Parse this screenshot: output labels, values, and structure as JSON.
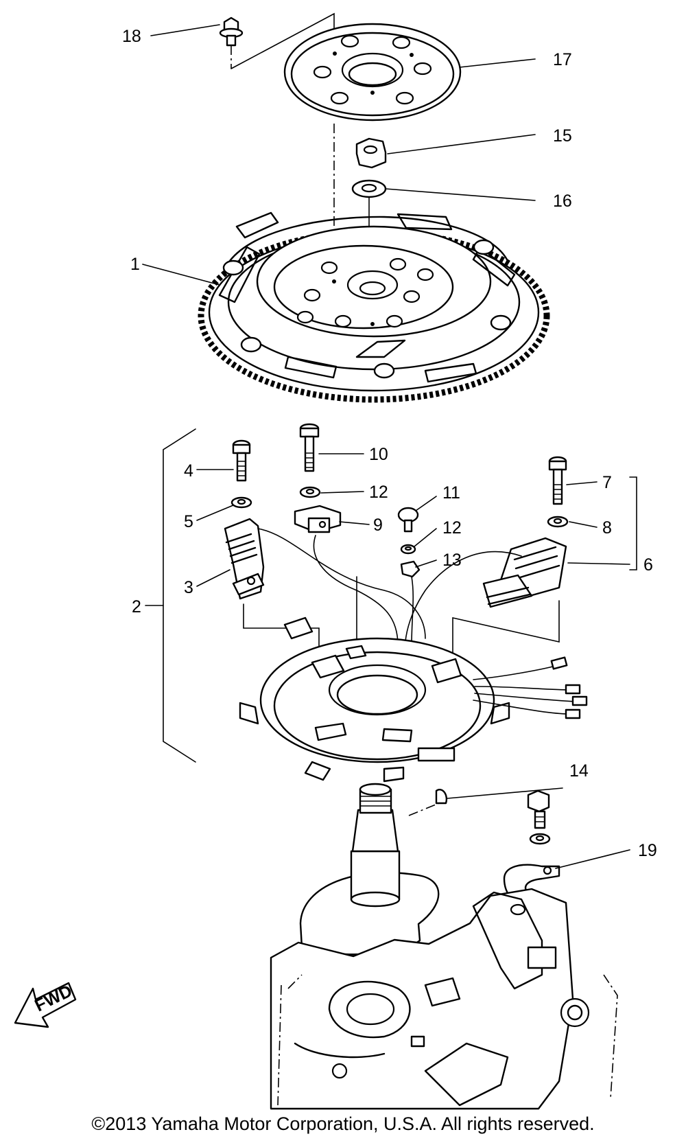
{
  "parts": [
    {
      "id": "p1",
      "number": "1"
    },
    {
      "id": "p2",
      "number": "2"
    },
    {
      "id": "p3",
      "number": "3"
    },
    {
      "id": "p4",
      "number": "4"
    },
    {
      "id": "p5",
      "number": "5"
    },
    {
      "id": "p6",
      "number": "6"
    },
    {
      "id": "p7",
      "number": "7"
    },
    {
      "id": "p8",
      "number": "8"
    },
    {
      "id": "p9",
      "number": "9"
    },
    {
      "id": "p10",
      "number": "10"
    },
    {
      "id": "p11",
      "number": "11"
    },
    {
      "id": "p12a",
      "number": "12"
    },
    {
      "id": "p12b",
      "number": "12"
    },
    {
      "id": "p13",
      "number": "13"
    },
    {
      "id": "p14",
      "number": "14"
    },
    {
      "id": "p15",
      "number": "15"
    },
    {
      "id": "p16",
      "number": "16"
    },
    {
      "id": "p17",
      "number": "17"
    },
    {
      "id": "p18",
      "number": "18"
    },
    {
      "id": "p19",
      "number": "19"
    }
  ],
  "direction_marker": "FWD",
  "copyright": "©2013 Yamaha Motor Corporation, U.S.A. All rights reserved."
}
